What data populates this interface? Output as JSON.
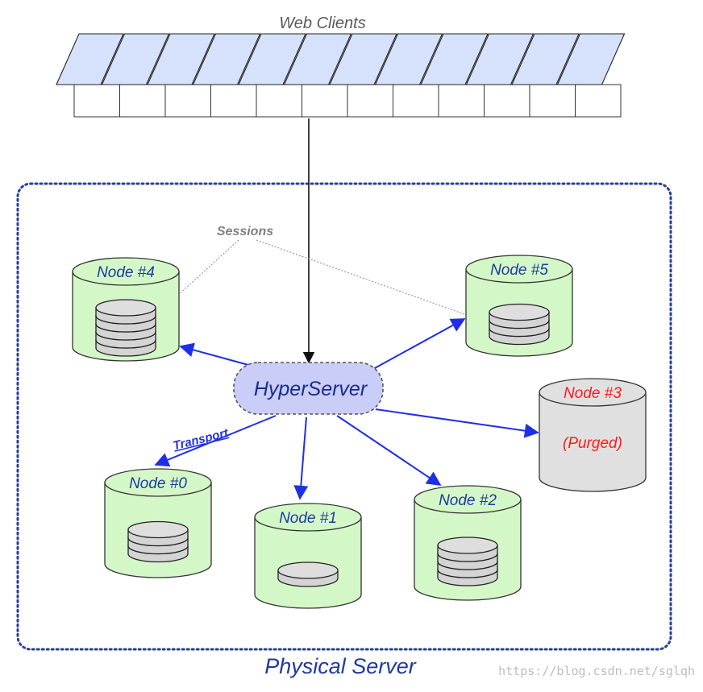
{
  "web_clients_label": "Web Clients",
  "client_count": 12,
  "sessions_label": "Sessions",
  "hyperserver_label": "HyperServer",
  "transport_label": "Transport",
  "physical_server_label": "Physical Server",
  "watermark": "https://blog.csdn.net/sglqh",
  "nodes": [
    {
      "label": "Node #4",
      "disks": 5
    },
    {
      "label": "Node #5",
      "disks": 3
    },
    {
      "label": "Node #3",
      "status": "(Purged)",
      "disks": 0
    },
    {
      "label": "Node #0",
      "disks": 3
    },
    {
      "label": "Node #1",
      "disks": 1
    },
    {
      "label": "Node #2",
      "disks": 4
    }
  ],
  "colors": {
    "node_fill": "#d4f7c8",
    "purged_fill": "#e0e0e0",
    "client_fill": "#d6e2fb",
    "hyperserver_fill": "#c9cdf7",
    "arrow": "#1f2fe6",
    "label_blue": "#1f3a9e",
    "purged_red": "#ff1a1a",
    "server_border": "#2a3f9a"
  }
}
